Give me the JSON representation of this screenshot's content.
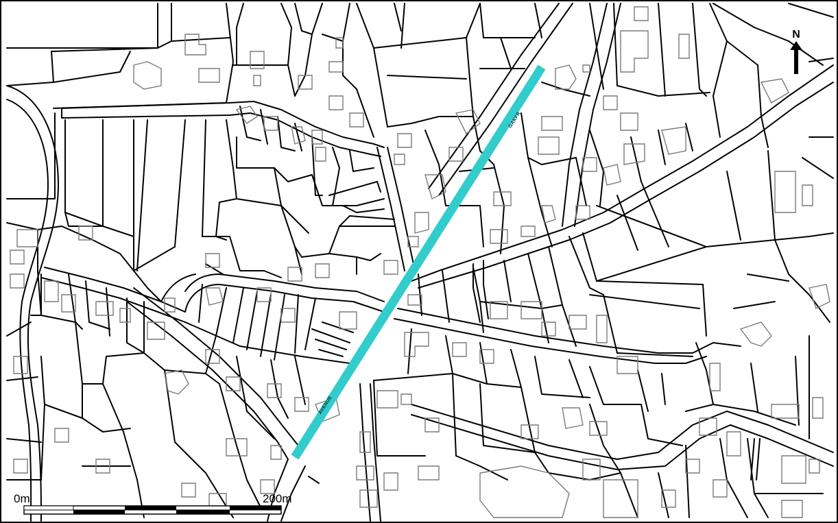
{
  "map": {
    "route": {
      "color": "#33cccc",
      "label_north": "GAKFR",
      "label_south": "AVENUE"
    },
    "scale_bar": {
      "start_label": "0m",
      "end_label": "200m"
    },
    "north_arrow": {
      "label": "N"
    },
    "colors": {
      "background": "#ffffff",
      "parcel_line": "#000000",
      "building_outline": "#7a7a7a",
      "route": "#33cccc"
    }
  }
}
